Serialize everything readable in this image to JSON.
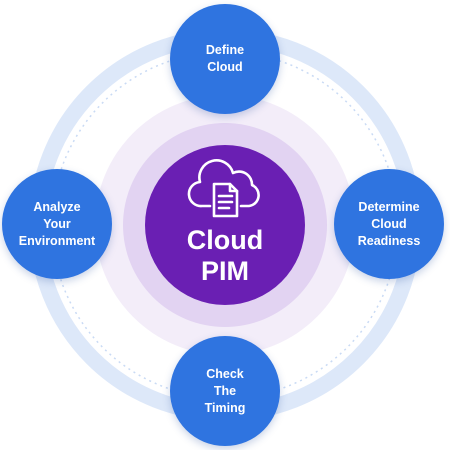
{
  "center": {
    "line1": "Cloud",
    "line2": "PIM",
    "icon": "cloud-document-icon"
  },
  "steps": {
    "top": [
      "Define",
      "Cloud"
    ],
    "right": [
      "Determine",
      "Cloud",
      "Readiness"
    ],
    "bottom": [
      "Check",
      "The",
      "Timing"
    ],
    "left": [
      "Analyze",
      "Your",
      "Environment"
    ]
  },
  "colors": {
    "node_blue": "#2f74e0",
    "center_purple": "#6a1fb3",
    "halo_light": "#f0e9f8",
    "halo_mid": "#e0d1f1",
    "ring": "#dde8f9"
  }
}
